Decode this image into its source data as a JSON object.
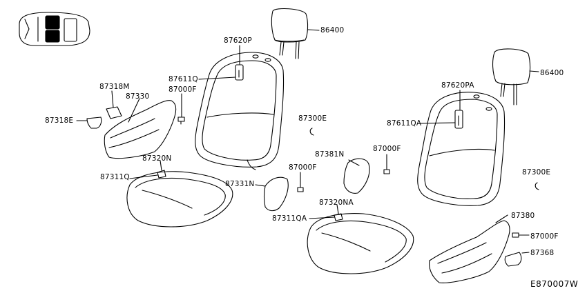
{
  "labels": {
    "headrest_left": "86400",
    "headrest_right": "86400",
    "back_trim_left": "87620P",
    "back_trim_right": "87620PA",
    "back_pad_clip_left": "87611Q",
    "back_pad_clip_right": "87611QA",
    "screw_left_upper": "87000F",
    "screw_center": "87000F",
    "screw_center_right": "87000F",
    "screw_right": "87000F",
    "knob_upper": "87318M",
    "knob_lower": "87318E",
    "finisher_left": "87330",
    "finisher_center": "87331N",
    "finisher_center_right": "87381N",
    "finisher_right": "87380",
    "clip_left": "87300E",
    "clip_right": "87300E",
    "cushion_trim_left": "87320N",
    "cushion_trim_right": "87320NA",
    "cushion_clip_left": "87311Q",
    "cushion_clip_right": "87311QA",
    "knob_right": "87368"
  },
  "diagram_code": "E870007W"
}
